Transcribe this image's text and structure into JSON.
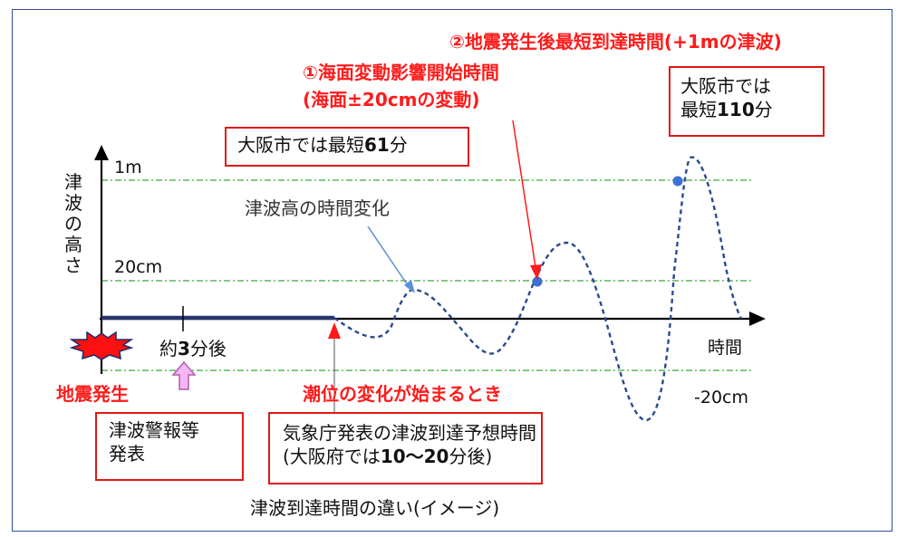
{
  "diagram": {
    "caption": "津波到達時間の違い(イメージ)",
    "axis": {
      "y_label_chars": [
        "津",
        "波",
        "の",
        "高",
        "さ"
      ],
      "x_label": "時間",
      "tick_1m": "1m",
      "tick_20cm": "20cm",
      "tick_minus20cm": "-20cm"
    },
    "curve_label": "津波高の時間変化",
    "events": {
      "earthquake": "地震発生",
      "about_3min_prefix": "約",
      "about_3min_value": "3",
      "about_3min_suffix": "分後",
      "tide_change_start": "潮位の変化が始まるとき"
    },
    "headings": {
      "point1_line1": "①海面変動影響開始時間",
      "point1_line2": "(海面±20cmの変動)",
      "point2": "②地震発生後最短到達時間(+1mの津波)"
    },
    "boxes": {
      "warning_line1": "津波警報等",
      "warning_line2": "発表",
      "expected_line1": "気象庁発表の津波到達予想時間",
      "expected_line2_prefix": "(大阪府では",
      "expected_line2_value": "10〜20",
      "expected_line2_suffix": "分後)",
      "osaka61_prefix": "大阪市では最短",
      "osaka61_value": "61",
      "osaka61_suffix": "分",
      "osaka110_line1": "大阪市では",
      "osaka110_prefix": "最短",
      "osaka110_value": "110",
      "osaka110_suffix": "分"
    },
    "colors": {
      "frame": "#2f4f9f",
      "wave": "#2b4a8c",
      "highlight_red": "#ff1a1a",
      "guide_green": "#3aa83a",
      "marker_blue": "#3d6fd6",
      "warning_arrow_fill": "#f4b6f4"
    }
  }
}
